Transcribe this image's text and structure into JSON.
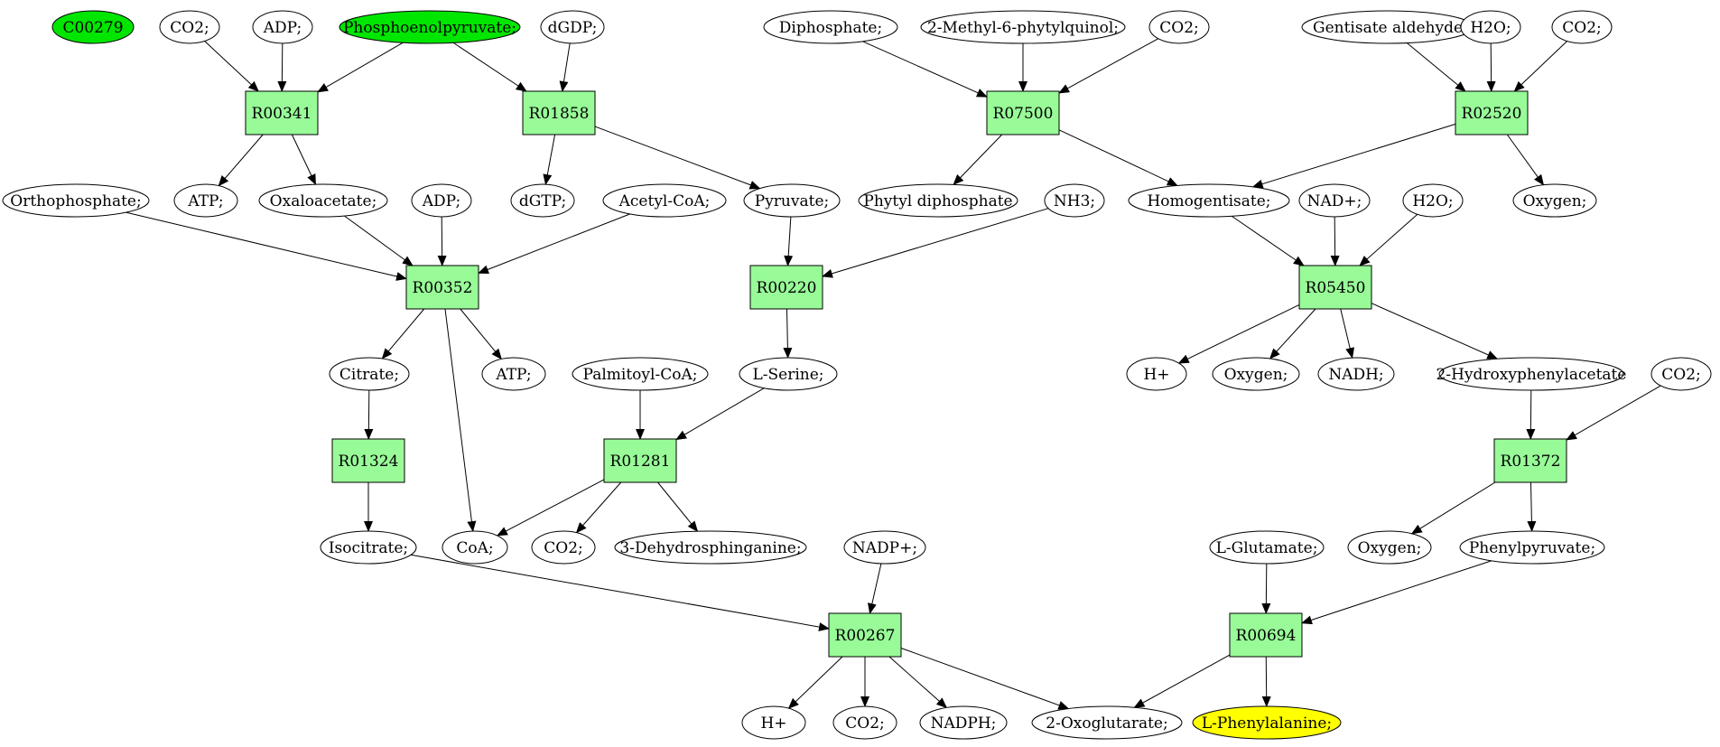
{
  "colors": {
    "reaction_fill": "#98fb98",
    "highlight_green": "#00e600",
    "highlight_yellow": "#ffff00",
    "default_fill": "#ffffff",
    "stroke": "#000000"
  },
  "nodes": [
    {
      "id": "c00279",
      "label": "C00279",
      "kind": "compound",
      "fill": "green"
    },
    {
      "id": "co2_a",
      "label": "CO2;",
      "kind": "compound"
    },
    {
      "id": "adp_a",
      "label": "ADP;",
      "kind": "compound"
    },
    {
      "id": "pep",
      "label": "Phosphoenolpyruvate;",
      "kind": "compound",
      "fill": "green"
    },
    {
      "id": "dgdp",
      "label": "dGDP;",
      "kind": "compound"
    },
    {
      "id": "diphosphate",
      "label": "Diphosphate;",
      "kind": "compound"
    },
    {
      "id": "mpq",
      "label": "2-Methyl-6-phytylquinol;",
      "kind": "compound"
    },
    {
      "id": "co2_b",
      "label": "CO2;",
      "kind": "compound"
    },
    {
      "id": "gentisald",
      "label": "Gentisate aldehyde",
      "kind": "compound"
    },
    {
      "id": "h2o_a",
      "label": "H2O;",
      "kind": "compound"
    },
    {
      "id": "co2_c",
      "label": "CO2;",
      "kind": "compound"
    },
    {
      "id": "r00341",
      "label": "R00341",
      "kind": "reaction"
    },
    {
      "id": "r01858",
      "label": "R01858",
      "kind": "reaction"
    },
    {
      "id": "r07500",
      "label": "R07500",
      "kind": "reaction"
    },
    {
      "id": "r02520",
      "label": "R02520",
      "kind": "reaction"
    },
    {
      "id": "orthophos",
      "label": "Orthophosphate;",
      "kind": "compound"
    },
    {
      "id": "atp_a",
      "label": "ATP;",
      "kind": "compound"
    },
    {
      "id": "oxaloac",
      "label": "Oxaloacetate;",
      "kind": "compound"
    },
    {
      "id": "adp_b",
      "label": "ADP;",
      "kind": "compound"
    },
    {
      "id": "dgtp",
      "label": "dGTP;",
      "kind": "compound"
    },
    {
      "id": "acetylcoa",
      "label": "Acetyl-CoA;",
      "kind": "compound"
    },
    {
      "id": "pyruvate",
      "label": "Pyruvate;",
      "kind": "compound"
    },
    {
      "id": "phytyldp",
      "label": "Phytyl diphosphate",
      "kind": "compound"
    },
    {
      "id": "nh3",
      "label": "NH3;",
      "kind": "compound"
    },
    {
      "id": "homogent",
      "label": "Homogentisate;",
      "kind": "compound"
    },
    {
      "id": "nadp_plus_a",
      "label": "NAD+;",
      "kind": "compound"
    },
    {
      "id": "h2o_b",
      "label": "H2O;",
      "kind": "compound"
    },
    {
      "id": "oxygen_a",
      "label": "Oxygen;",
      "kind": "compound"
    },
    {
      "id": "r00352",
      "label": "R00352",
      "kind": "reaction"
    },
    {
      "id": "r00220",
      "label": "R00220",
      "kind": "reaction"
    },
    {
      "id": "r05450",
      "label": "R05450",
      "kind": "reaction"
    },
    {
      "id": "citrate",
      "label": "Citrate;",
      "kind": "compound"
    },
    {
      "id": "atp_b",
      "label": "ATP;",
      "kind": "compound"
    },
    {
      "id": "palmcoa",
      "label": "Palmitoyl-CoA;",
      "kind": "compound"
    },
    {
      "id": "lserine",
      "label": "L-Serine;",
      "kind": "compound"
    },
    {
      "id": "hplus_a",
      "label": "H+",
      "kind": "compound"
    },
    {
      "id": "oxygen_b",
      "label": "Oxygen;",
      "kind": "compound"
    },
    {
      "id": "nadh",
      "label": "NADH;",
      "kind": "compound"
    },
    {
      "id": "hpa",
      "label": "2-Hydroxyphenylacetate",
      "kind": "compound"
    },
    {
      "id": "co2_d",
      "label": "CO2;",
      "kind": "compound"
    },
    {
      "id": "r01324",
      "label": "R01324",
      "kind": "reaction"
    },
    {
      "id": "r01281",
      "label": "R01281",
      "kind": "reaction"
    },
    {
      "id": "r01372",
      "label": "R01372",
      "kind": "reaction"
    },
    {
      "id": "isocitrate",
      "label": "Isocitrate;",
      "kind": "compound"
    },
    {
      "id": "coa",
      "label": "CoA;",
      "kind": "compound"
    },
    {
      "id": "co2_e",
      "label": "CO2;",
      "kind": "compound"
    },
    {
      "id": "dhsph",
      "label": "3-Dehydrosphinganine;",
      "kind": "compound"
    },
    {
      "id": "nadpplus",
      "label": "NADP+;",
      "kind": "compound"
    },
    {
      "id": "lglu",
      "label": "L-Glutamate;",
      "kind": "compound"
    },
    {
      "id": "oxygen_c",
      "label": "Oxygen;",
      "kind": "compound"
    },
    {
      "id": "phepyr",
      "label": "Phenylpyruvate;",
      "kind": "compound"
    },
    {
      "id": "r00267",
      "label": "R00267",
      "kind": "reaction"
    },
    {
      "id": "r00694",
      "label": "R00694",
      "kind": "reaction"
    },
    {
      "id": "hplus_b",
      "label": "H+",
      "kind": "compound"
    },
    {
      "id": "co2_f",
      "label": "CO2;",
      "kind": "compound"
    },
    {
      "id": "nadph",
      "label": "NADPH;",
      "kind": "compound"
    },
    {
      "id": "oxoglut",
      "label": "2-Oxoglutarate;",
      "kind": "compound"
    },
    {
      "id": "lphe",
      "label": "L-Phenylalanine;",
      "kind": "compound",
      "fill": "yellow"
    }
  ],
  "edges": [
    [
      "co2_a",
      "r00341"
    ],
    [
      "adp_a",
      "r00341"
    ],
    [
      "pep",
      "r00341"
    ],
    [
      "r00341",
      "atp_a"
    ],
    [
      "r00341",
      "oxaloac"
    ],
    [
      "pep",
      "r01858"
    ],
    [
      "dgdp",
      "r01858"
    ],
    [
      "r01858",
      "dgtp"
    ],
    [
      "r01858",
      "pyruvate"
    ],
    [
      "diphosphate",
      "r07500"
    ],
    [
      "mpq",
      "r07500"
    ],
    [
      "co2_b",
      "r07500"
    ],
    [
      "r07500",
      "phytyldp"
    ],
    [
      "r07500",
      "homogent"
    ],
    [
      "gentisald",
      "r02520"
    ],
    [
      "h2o_a",
      "r02520"
    ],
    [
      "co2_c",
      "r02520"
    ],
    [
      "r02520",
      "homogent"
    ],
    [
      "r02520",
      "oxygen_a"
    ],
    [
      "orthophos",
      "r00352"
    ],
    [
      "oxaloac",
      "r00352"
    ],
    [
      "adp_b",
      "r00352"
    ],
    [
      "acetylcoa",
      "r00352"
    ],
    [
      "r00352",
      "citrate"
    ],
    [
      "r00352",
      "atp_b"
    ],
    [
      "r00352",
      "coa"
    ],
    [
      "pyruvate",
      "r00220"
    ],
    [
      "nh3",
      "r00220"
    ],
    [
      "r00220",
      "lserine"
    ],
    [
      "homogent",
      "r05450"
    ],
    [
      "nadp_plus_a",
      "r05450"
    ],
    [
      "h2o_b",
      "r05450"
    ],
    [
      "r05450",
      "hplus_a"
    ],
    [
      "r05450",
      "oxygen_b"
    ],
    [
      "r05450",
      "nadh"
    ],
    [
      "r05450",
      "hpa"
    ],
    [
      "citrate",
      "r01324"
    ],
    [
      "r01324",
      "isocitrate"
    ],
    [
      "palmcoa",
      "r01281"
    ],
    [
      "lserine",
      "r01281"
    ],
    [
      "r01281",
      "coa"
    ],
    [
      "r01281",
      "co2_e"
    ],
    [
      "r01281",
      "dhsph"
    ],
    [
      "hpa",
      "r01372"
    ],
    [
      "co2_d",
      "r01372"
    ],
    [
      "r01372",
      "oxygen_c"
    ],
    [
      "r01372",
      "phepyr"
    ],
    [
      "isocitrate",
      "r00267"
    ],
    [
      "nadpplus",
      "r00267"
    ],
    [
      "r00267",
      "hplus_b"
    ],
    [
      "r00267",
      "co2_f"
    ],
    [
      "r00267",
      "nadph"
    ],
    [
      "r00267",
      "oxoglut"
    ],
    [
      "lglu",
      "r00694"
    ],
    [
      "phepyr",
      "r00694"
    ],
    [
      "r00694",
      "oxoglut"
    ],
    [
      "r00694",
      "lphe"
    ]
  ]
}
